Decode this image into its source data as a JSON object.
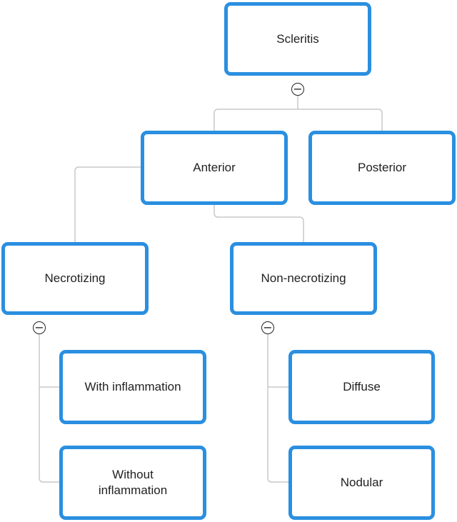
{
  "diagram": {
    "root": {
      "label": "Scleritis"
    },
    "anterior": {
      "label": "Anterior"
    },
    "posterior": {
      "label": "Posterior"
    },
    "necrotizing": {
      "label": "Necrotizing"
    },
    "non_necrotizing": {
      "label": "Non-necrotizing"
    },
    "with_inflammation": {
      "label": "With inflammation"
    },
    "without_inflammation": {
      "label": "Without\ninflammation"
    },
    "diffuse": {
      "label": "Diffuse"
    },
    "nodular": {
      "label": "Nodular"
    },
    "collapse_symbol": "−",
    "colors": {
      "node_border": "#2a8fe0",
      "connector": "#c8c8c8",
      "text": "#222222"
    }
  }
}
